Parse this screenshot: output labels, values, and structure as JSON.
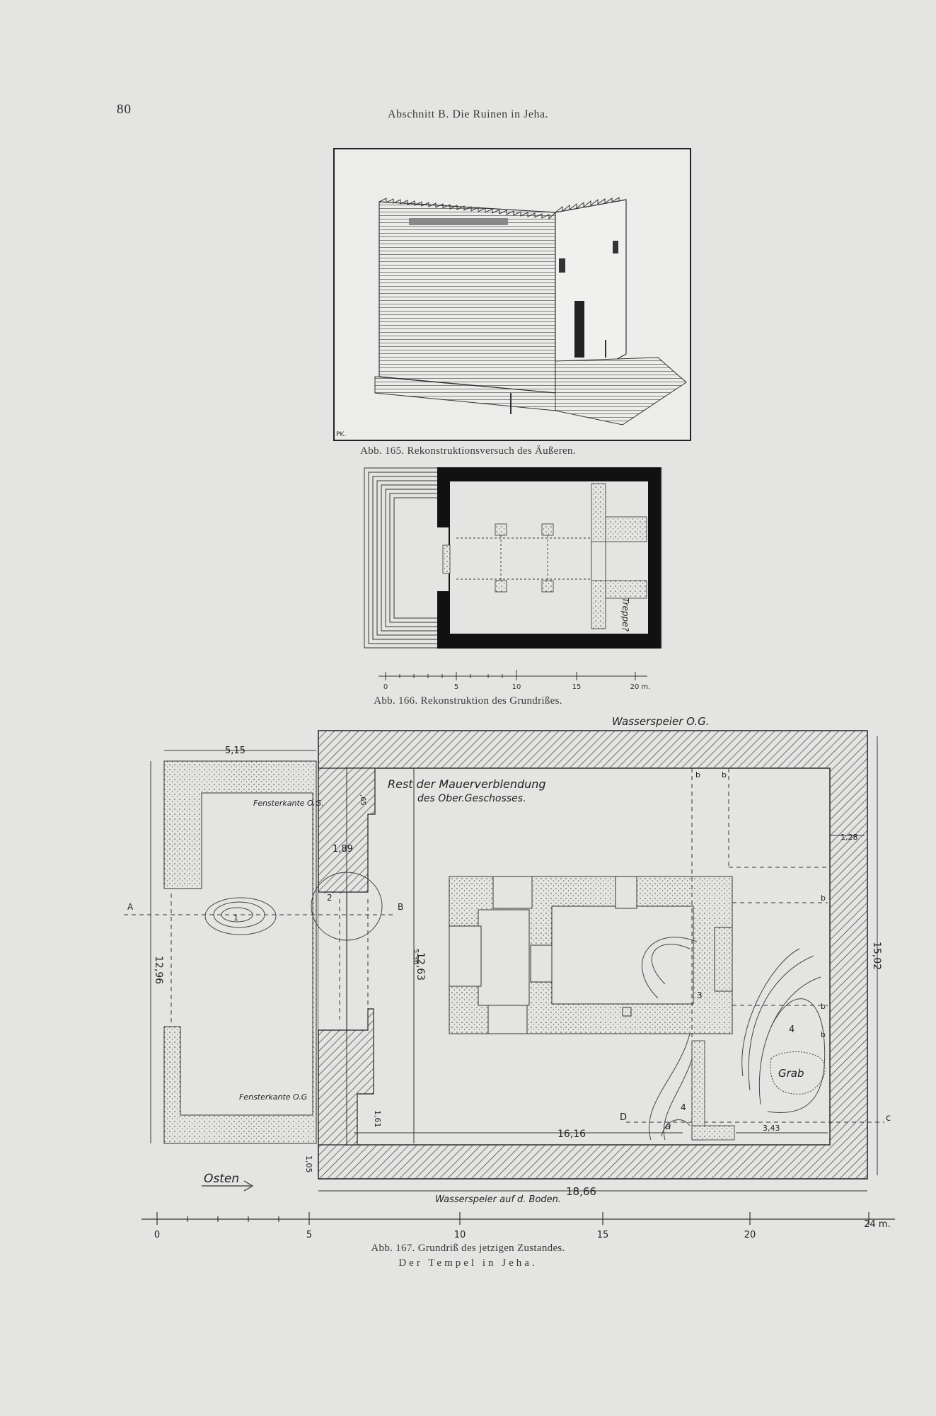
{
  "header": {
    "page_number": "80",
    "running_head": "Abschnitt B.   Die Ruinen in Jeha."
  },
  "figure_165": {
    "caption": "Abb. 165.   Rekonstruktionsversuch des Äußeren.",
    "monogram": "PK."
  },
  "figure_166": {
    "caption": "Abb. 166.   Rekonstruktion des Grundrißes.",
    "room_label": "Treppe?",
    "scale_labels": [
      "0",
      "5",
      "10",
      "15",
      "20 m."
    ]
  },
  "figure_167": {
    "caption": "Abb. 167.   Grundriß des jetzigen Zustandes.",
    "labels": {
      "water_spout_top": "Wasserspeier O.G.",
      "wall_remnant_line1": "Rest der Mauerverblendung",
      "wall_remnant_line2": "des Ober.Geschosses.",
      "window_edge_top": "Fensterkante O.G.",
      "window_edge_bottom": "Fensterkante O.G",
      "water_spout_bottom": "Wasserspeier auf d. Boden.",
      "east": "Osten",
      "grave": "Grab",
      "section_a": "A",
      "section_b": "B",
      "section_c": "c",
      "section_d": "D",
      "small_a": "a",
      "mark_b": "b"
    },
    "dimensions": {
      "d_515": "5,15",
      "d_1296": "12,96",
      "d_1263": "12,63",
      "d_189": "1,89",
      "d_065": ",65",
      "d_536": "5,36",
      "d_1502": "15,02",
      "d_128": "1,28",
      "d_1616": "16,16",
      "d_343": "3,43",
      "d_1866": "18,66",
      "d_161": "1,61",
      "d_105": "1,05"
    },
    "numbers": [
      "1",
      "2",
      "3",
      "4",
      "4"
    ],
    "scale_labels": [
      "0",
      "5",
      "10",
      "15",
      "20",
      "24 m."
    ]
  },
  "footer": {
    "title": "Der Tempel in Jeha."
  }
}
